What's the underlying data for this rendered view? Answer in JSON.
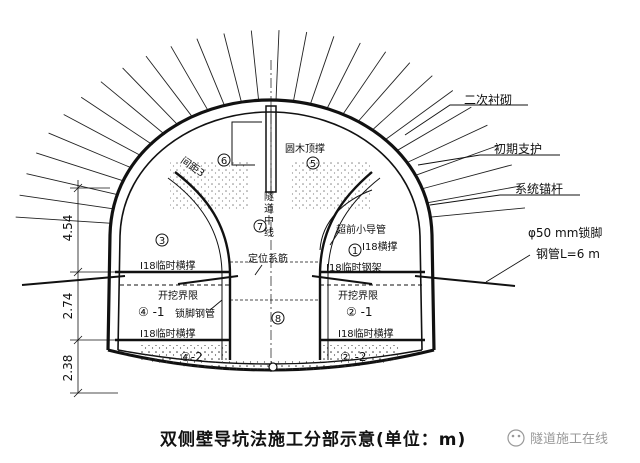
{
  "title": "双侧壁导坑法施工分部示意(单位：m)",
  "watermark": "隧道施工在线",
  "labels": {
    "secondary_lining": "二次衬砌",
    "initial_support": "初期支护",
    "anchor_bolts": "系统锚杆",
    "lock_foot_pipe_1": "φ50 mm锁脚",
    "lock_foot_pipe_2": "钢管L=6 m",
    "crown_prop": "圆木顶撑",
    "spacing": "间距3",
    "centerline": "隧道中线",
    "advance_pipe": "超前小导管",
    "temp_strut_top_right": "I18横撑",
    "temp_strut_left": "I18临时横撑",
    "temp_steel_frame": "I18临时钢架",
    "positioning_bar": "定位系筋",
    "excavation_limit_left": "开挖界限",
    "excavation_limit_right": "开挖界限",
    "lock_foot_steel": "锁脚钢管",
    "temp_strut_lower_left": "I18临时横撑",
    "temp_strut_lower_right": "I18临时横撑"
  },
  "dimensions": {
    "d1": "4.54",
    "d2": "2.74",
    "d3": "2.38"
  },
  "parts": {
    "p3": "3",
    "p1": "1",
    "p5": "5",
    "p6": "6",
    "p7": "7",
    "p8": "8",
    "p4_1": "④ -1",
    "p2_1": "② -1",
    "p4_2": "④-2",
    "p2_2": "② -2"
  }
}
